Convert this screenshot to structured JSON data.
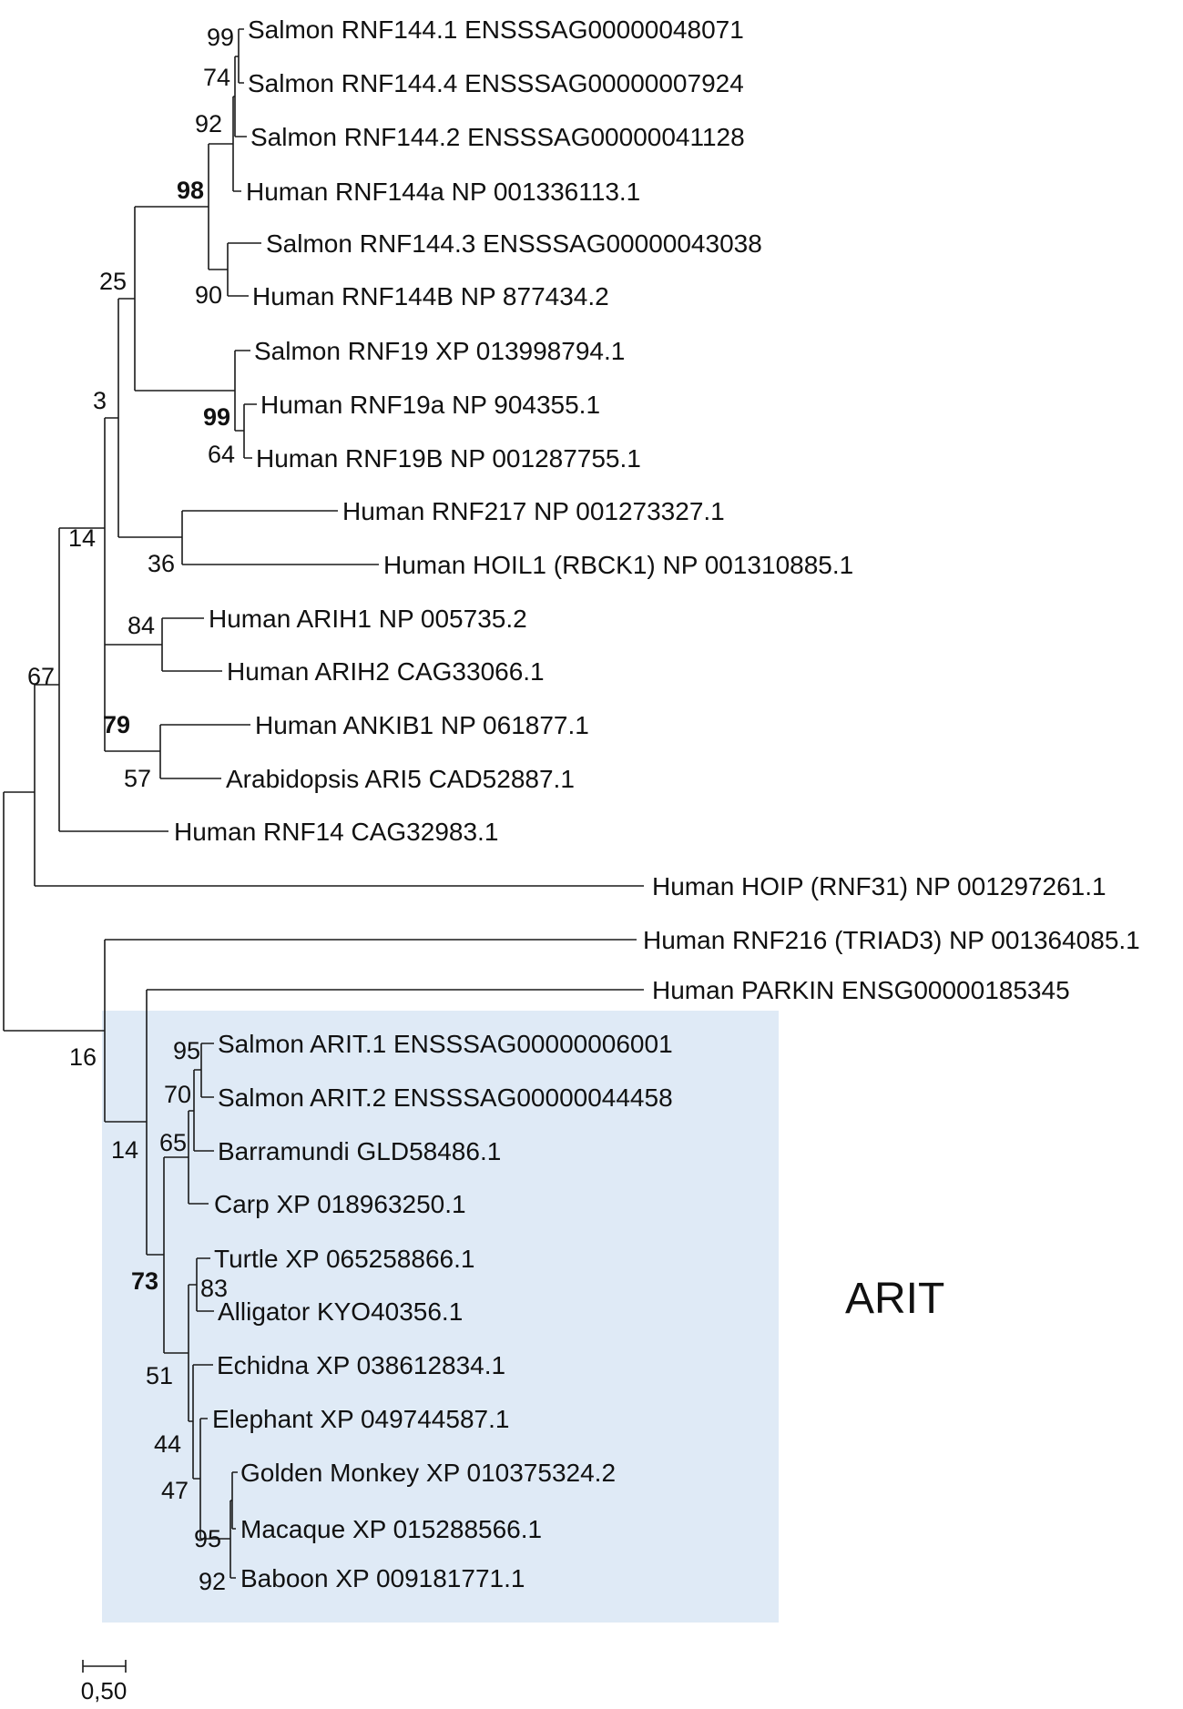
{
  "figure": {
    "clade_box_color": "#dfeaf6",
    "branch_color": "#1a1a1a",
    "clade_label": "ARIT",
    "scale_bar_label": "0,50",
    "leaves": [
      "Salmon RNF144.1 ENSSSAG00000048071",
      "Salmon RNF144.4 ENSSSAG00000007924",
      "Salmon RNF144.2 ENSSSAG00000041128",
      "Human RNF144a NP 001336113.1",
      "Salmon RNF144.3 ENSSSAG00000043038",
      "Human RNF144B NP 877434.2",
      "Salmon RNF19 XP 013998794.1",
      "Human RNF19a NP 904355.1",
      "Human RNF19B NP 001287755.1",
      "Human RNF217 NP 001273327.1",
      "Human HOIL1 (RBCK1) NP 001310885.1",
      "Human ARIH1 NP 005735.2",
      "Human ARIH2 CAG33066.1",
      "Human ANKIB1 NP 061877.1",
      "Arabidopsis ARI5 CAD52887.1",
      "Human RNF14 CAG32983.1",
      "Human HOIP (RNF31) NP 001297261.1",
      "Human RNF216 (TRIAD3) NP 001364085.1",
      "Human PARKIN ENSG00000185345",
      "Salmon ARIT.1 ENSSSAG00000006001",
      "Salmon ARIT.2 ENSSSAG00000044458",
      "Barramundi GLD58486.1",
      "Carp XP 018963250.1",
      "Turtle XP 065258866.1",
      "Alligator KYO40356.1",
      "Echidna XP 038612834.1",
      "Elephant XP 049744587.1",
      "Golden Monkey XP 010375324.2",
      "Macaque XP 015288566.1",
      "Baboon XP 009181771.1"
    ],
    "bootstrap": [
      {
        "value": "99",
        "bold": false
      },
      {
        "value": "74",
        "bold": false
      },
      {
        "value": "92",
        "bold": false
      },
      {
        "value": "98",
        "bold": true
      },
      {
        "value": "25",
        "bold": false
      },
      {
        "value": "90",
        "bold": false
      },
      {
        "value": "3",
        "bold": false
      },
      {
        "value": "99",
        "bold": true
      },
      {
        "value": "64",
        "bold": false
      },
      {
        "value": "14",
        "bold": false
      },
      {
        "value": "36",
        "bold": false
      },
      {
        "value": "84",
        "bold": false
      },
      {
        "value": "67",
        "bold": false
      },
      {
        "value": "79",
        "bold": true
      },
      {
        "value": "57",
        "bold": false
      },
      {
        "value": "95",
        "bold": false
      },
      {
        "value": "16",
        "bold": false
      },
      {
        "value": "70",
        "bold": false
      },
      {
        "value": "65",
        "bold": false
      },
      {
        "value": "14",
        "bold": false
      },
      {
        "value": "83",
        "bold": false
      },
      {
        "value": "73",
        "bold": true
      },
      {
        "value": "51",
        "bold": false
      },
      {
        "value": "44",
        "bold": false
      },
      {
        "value": "47",
        "bold": false
      },
      {
        "value": "95",
        "bold": false
      },
      {
        "value": "92",
        "bold": false
      }
    ]
  }
}
